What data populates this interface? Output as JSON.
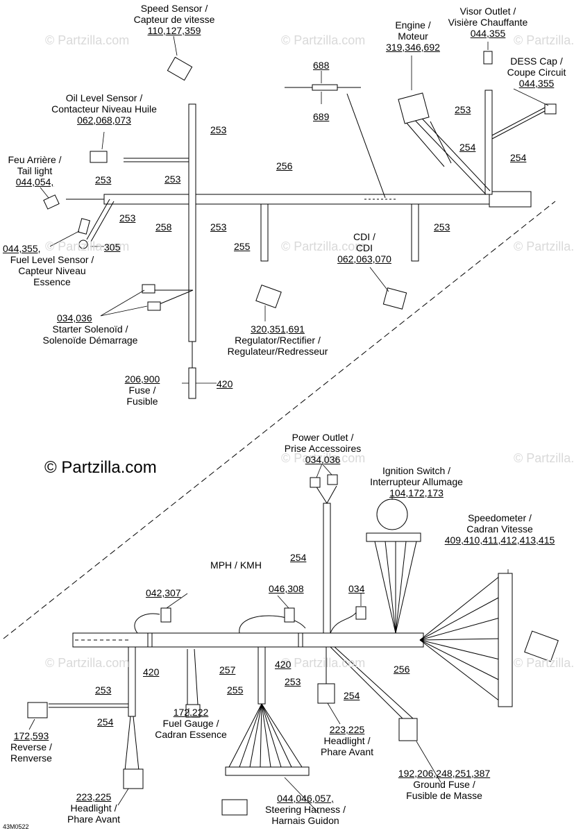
{
  "watermark": "© Partzilla.com",
  "brand": "© Partzilla.com",
  "diagram_code": "43M0522",
  "top": {
    "speed_sensor": {
      "line1": "Speed Sensor /",
      "line2": "Capteur de vitesse",
      "parts": "110,127,359"
    },
    "oil_level": {
      "line1": "Oil Level Sensor /",
      "line2": "Contacteur Niveau Huile",
      "parts": "062,068,073"
    },
    "tail_light": {
      "line1": "Feu Arrière /",
      "line2": "Tail light",
      "parts": "044,054,"
    },
    "fuel_level": {
      "parts": "044,355,",
      "line1": "Fuel Level Sensor /",
      "line2": "Capteur Niveau",
      "line3": "Essence"
    },
    "starter": {
      "parts": "034,036",
      "line1": "Starter Solenoïd /",
      "line2": "Solenoïde Démarrage"
    },
    "fuse": {
      "parts": "206,900",
      "line1": "Fuse /",
      "line2": "Fusible",
      "ref": "420"
    },
    "regulator": {
      "parts": "320,351,691",
      "line1": "Regulator/Rectifier /",
      "line2": "Regulateur/Redresseur",
      "ref": "255"
    },
    "cdi": {
      "line1": "CDI /",
      "line2": "CDI",
      "parts": "062,063,070"
    },
    "engine": {
      "line1": "Engine /",
      "line2": "Moteur",
      "parts": "319,346,692"
    },
    "visor": {
      "line1": "Visor Outlet /",
      "line2": "Visière Chauffante",
      "parts": "044,355"
    },
    "dess": {
      "line1": "DESS Cap /",
      "line2": "Coupe Circuit",
      "parts": "044,355"
    },
    "clip_top": "688",
    "clip_bottom": "689",
    "refs": {
      "r253a": "253",
      "r253b": "253",
      "r253c": "253",
      "r253d": "253",
      "r253e": "253",
      "r253f": "253",
      "r253g": "253",
      "r256": "256",
      "r258": "258",
      "r305": "305",
      "r254a": "254",
      "r254b": "254"
    }
  },
  "bottom": {
    "power_outlet": {
      "line1": "Power Outlet /",
      "line2": "Prise Accessoires",
      "parts": "034,036"
    },
    "ignition": {
      "line1": "Ignition Switch /",
      "line2": "Interrupteur Allumage",
      "parts": "104,172,173"
    },
    "speedometer": {
      "line1": "Speedometer /",
      "line2": "Cadran Vitesse",
      "parts": "409,410,411,412,413,415"
    },
    "mph": {
      "label": "MPH / KMH",
      "parts_left": "042,307",
      "parts_right": "046,308"
    },
    "conn_034": "034",
    "reverse": {
      "parts": "172,593",
      "line1": "Reverse /",
      "line2": "Renverse"
    },
    "headlight_left": {
      "parts": "223,225",
      "line1": "Headlight /",
      "line2": "Phare Avant"
    },
    "fuel_gauge": {
      "parts": "172,222",
      "line1": "Fuel Gauge /",
      "line2": "Cadran Essence"
    },
    "steering": {
      "parts": "044,046,057,",
      "line1": "Steering Harness /",
      "line2": "Harnais Guidon"
    },
    "headlight_right": {
      "parts": "223,225",
      "line1": "Headlight /",
      "line2": "Phare Avant"
    },
    "ground_fuse": {
      "parts": "192,206,248,251,387",
      "line1": "Ground Fuse /",
      "line2": "Fusible de Masse"
    },
    "refs": {
      "r254a": "254",
      "r420a": "420",
      "r420b": "420",
      "r257": "257",
      "r255": "255",
      "r253a": "253",
      "r253b": "253",
      "r254b": "254",
      "r254c": "254",
      "r256": "256"
    }
  }
}
